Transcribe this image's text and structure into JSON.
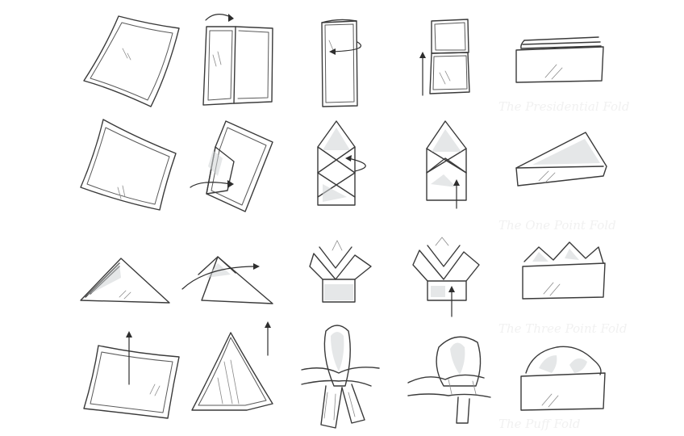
{
  "figure": {
    "rows": [
      {
        "id": "row-1",
        "steps": 5
      },
      {
        "id": "row-2",
        "steps": 5
      },
      {
        "id": "row-3",
        "steps": 5
      },
      {
        "id": "row-4",
        "steps": 5
      }
    ]
  },
  "captions": [
    "The Presidential Fold",
    "The One Point Fold",
    "The Three Point Fold",
    "The Puff Fold"
  ],
  "colors": {
    "ink": "#3a3a3a",
    "shade": "#cfd4d6",
    "background": "#ffffff",
    "caption": "#f1f1f1"
  }
}
